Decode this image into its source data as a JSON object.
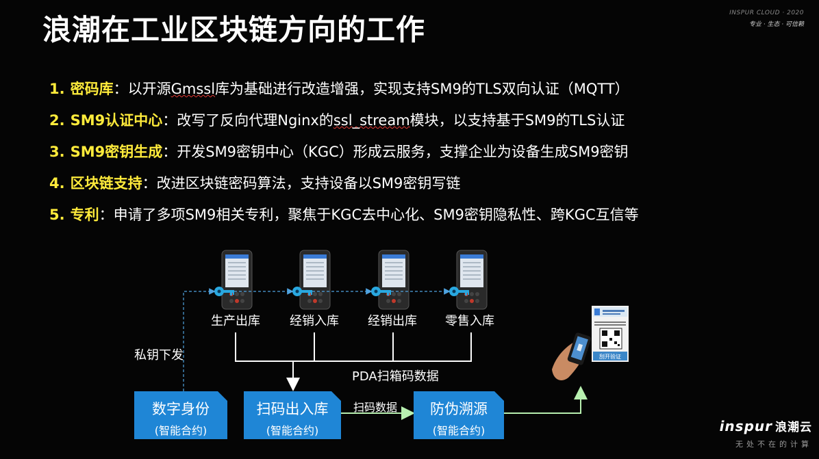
{
  "title": "浪潮在工业区块链方向的工作",
  "brand_top": {
    "line1": "INSPUR CLOUD · 2020",
    "line2": "专业 · 生态 · 可信赖"
  },
  "points": [
    {
      "num": "1.",
      "keyword": "密码库",
      "pre": "：以开源",
      "underlined": "Gmssl",
      "post": "库为基础进行改造增强，实现支持SM9的TLS双向认证（MQTT）"
    },
    {
      "num": "2.",
      "keyword": "SM9认证中心",
      "pre": "：改写了反向代理Nginx的",
      "underlined": "ssl_stream",
      "post": "模块，以支持基于SM9的TLS认证"
    },
    {
      "num": "3.",
      "keyword": "SM9密钥生成",
      "pre": "：开发SM9密钥中心（KGC）形成云服务，支撑企业为设备生成SM9密钥",
      "underlined": "",
      "post": ""
    },
    {
      "num": "4.",
      "keyword": "区块链支持",
      "pre": "：改进区块链密码算法，支持设备以SM9密钥写链",
      "underlined": "",
      "post": ""
    },
    {
      "num": "5.",
      "keyword": "专利",
      "pre": "：申请了多项SM9相关专利，聚焦于KGC去中心化、SM9密钥隐私性、跨KGC互信等",
      "underlined": "",
      "post": ""
    }
  ],
  "diagram": {
    "stages": [
      "生产出库",
      "经销入库",
      "经销出库",
      "零售入库"
    ],
    "private_key_label": "私钥下发",
    "pda_label": "PDA扫箱码数据",
    "scan_label": "扫码数据",
    "cards": [
      {
        "title": "数字身份",
        "sub": "(智能合约)"
      },
      {
        "title": "扫码出入库",
        "sub": "(智能合约)"
      },
      {
        "title": "防伪溯源",
        "sub": "(智能合约)"
      }
    ],
    "qr_tag": {
      "text": "刮开验证"
    }
  },
  "brand_bottom": {
    "logo": "inspur",
    "logo_cn": "浪潮云",
    "slogan": "无处不在的计算"
  },
  "colors": {
    "accent": "#ffeb3b",
    "card": "#1f86d6",
    "arrow": "#b8f0b0",
    "dashed": "#4fa3e0"
  }
}
